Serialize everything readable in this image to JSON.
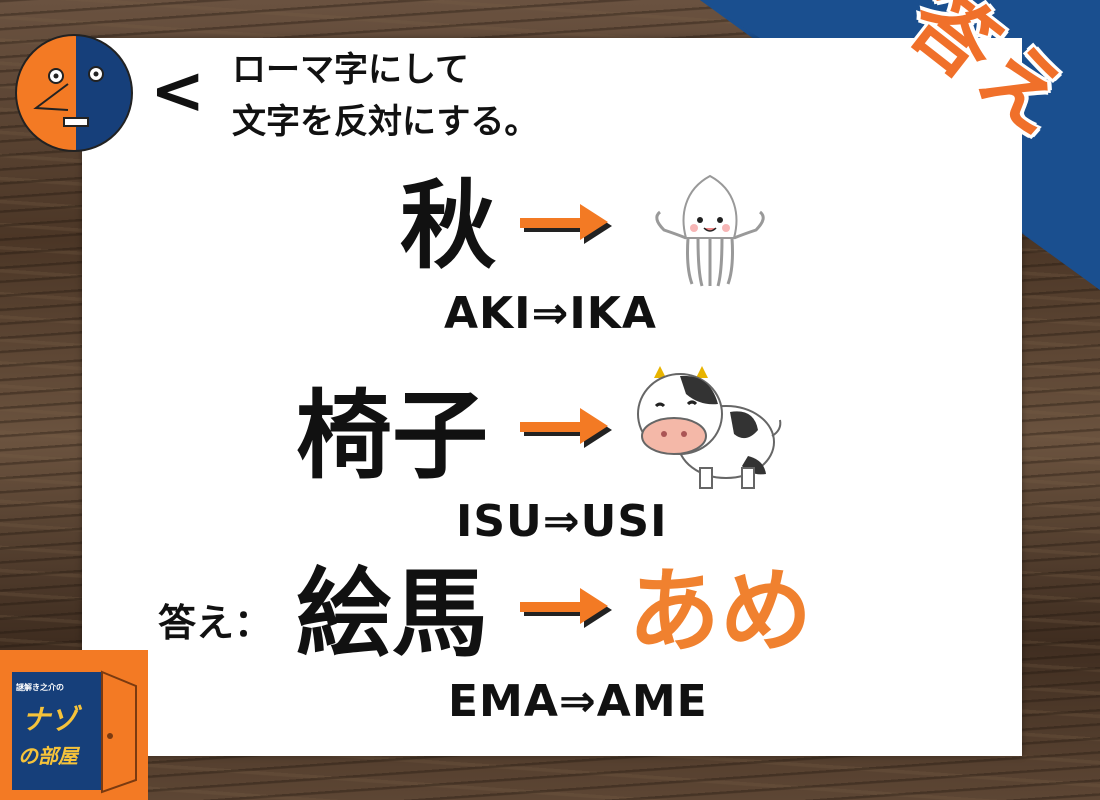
{
  "banner": {
    "label": "答え",
    "color": "#1a4f8f",
    "accent": "#f0702a"
  },
  "hint": {
    "pointer": "<",
    "line1": "ローマ字にして",
    "line2": "文字を反対にする。"
  },
  "rows": [
    {
      "kanji": "秋",
      "romaji": "AKI⇒IKA",
      "image": "squid-illustration"
    },
    {
      "kanji": "椅子",
      "romaji": "ISU⇒USI",
      "image": "cow-illustration"
    },
    {
      "kanji": "絵馬",
      "romaji": "EMA⇒AME",
      "answer": "あめ"
    }
  ],
  "answer_label": "答え：",
  "logo": {
    "small_text": "謎解き之介の",
    "main_text": "ナゾ",
    "sub_text": "の部屋",
    "color": "#f37a24"
  }
}
